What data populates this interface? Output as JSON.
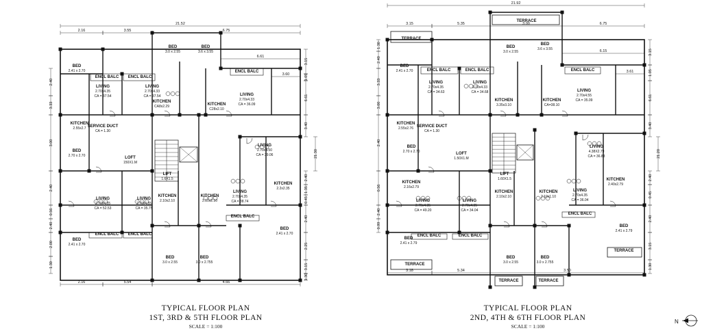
{
  "plan_left": {
    "overall_dim": "21.52",
    "top_dims": [
      "2.16",
      "3.55",
      "6.75"
    ],
    "mid_dims": [
      "6.61",
      "3.60"
    ],
    "bottom_dims": [
      "2.16",
      "5.54",
      "4.66"
    ],
    "right_dims": [
      "3.15",
      "1.05",
      "6.61",
      "3.40",
      "21.30",
      "2.40",
      "1.35",
      "0.45",
      "2.40",
      "2.25",
      "3.15",
      "1.30"
    ],
    "left_dims": [
      "2.40",
      "3.33",
      "3.00",
      "2.40",
      "0.56",
      "2.40",
      "2.00",
      "1.30"
    ],
    "rooms": [
      {
        "name": "BED",
        "dim": "3.0 x 2.55"
      },
      {
        "name": "BED",
        "dim": "3.6 x 3.55"
      },
      {
        "name": "BED",
        "dim": "2.41 x 2.70"
      },
      {
        "name": "ENCL BALC",
        "dim": ""
      },
      {
        "name": "ENCL BALC",
        "dim": ""
      },
      {
        "name": "ENCL BALC",
        "dim": ""
      },
      {
        "name": "LIVING",
        "dim": "2.70x4.35",
        "ca": "CA = 37.54"
      },
      {
        "name": "LIVING",
        "dim": "2.70x4.33",
        "ca": "CA = 37.54"
      },
      {
        "name": "LIVING",
        "dim": "2.70x4.33",
        "ca": "CA = 36.09"
      },
      {
        "name": "KITCHEN",
        "dim": "CA8x2.29"
      },
      {
        "name": "KITCHEN",
        "dim": "C28x2.10"
      },
      {
        "name": "KITCHEN",
        "dim": "2.55x2.7"
      },
      {
        "name": "SERVICE DUCT",
        "dim": "CA = 1.30"
      },
      {
        "name": "BED",
        "dim": "2.70 x 2.70"
      },
      {
        "name": "LOFT",
        "dim": "150X1.M"
      },
      {
        "name": "LIFT",
        "dim": "1.6X1.5"
      },
      {
        "name": "LIVING",
        "dim": "2.70x4.50",
        "ca": "CA = 39.06"
      },
      {
        "name": "KITCHEN",
        "dim": "2.2x2.35"
      },
      {
        "name": "LIVING",
        "dim": "2.70x4.55",
        "ca": "CA = 52.53"
      },
      {
        "name": "LIVING",
        "dim": "2.70x4.55",
        "ca": "CA = 35.75"
      },
      {
        "name": "KITCHEN",
        "dim": "2.10x2.10"
      },
      {
        "name": "KITCHEN",
        "dim": "2.10x2.10"
      },
      {
        "name": "LIVING",
        "dim": "2.70x4.35",
        "ca": "CA = 38.74"
      },
      {
        "name": "BED",
        "dim": "2.41 x 2.70"
      },
      {
        "name": "BED",
        "dim": "2.41 x 2.70"
      },
      {
        "name": "BED",
        "dim": "3.0 x 2.55"
      },
      {
        "name": "BED",
        "dim": "3.0 x 2.755"
      },
      {
        "name": "ENCL BALC",
        "dim": ""
      },
      {
        "name": "ENCL BALC",
        "dim": ""
      },
      {
        "name": "ENCL BALC",
        "dim": ""
      }
    ],
    "caption_line1": "TYPICAL FLOOR PLAN",
    "caption_line2": "1ST, 3RD & 5TH  FLOOR PLAN",
    "scale": "SCALE = 1:100"
  },
  "plan_right": {
    "overall_dim": "21.92",
    "top_dims": [
      "3.15",
      "5.35",
      "3.00",
      "6.75"
    ],
    "mid_dims": [
      "6.15",
      "3.61"
    ],
    "bottom_dims": [
      "3.18",
      "5.34",
      "3.50"
    ],
    "right_dims": [
      "3.15",
      "1.05",
      "6.61",
      "3.40",
      "21.20",
      "2.40",
      "0.45",
      "2.40",
      "3.15",
      "1.30"
    ],
    "left_dims": [
      "1.30",
      "2.40",
      "3.33",
      "3.00",
      "2.40",
      "0.56",
      "2.40",
      "0.99"
    ],
    "rooms": [
      {
        "name": "TERRACE",
        "dim": ""
      },
      {
        "name": "TERRACE",
        "dim": ""
      },
      {
        "name": "BED",
        "dim": "3.0 x 2.55"
      },
      {
        "name": "BED",
        "dim": "3.6 x 3.55"
      },
      {
        "name": "BED",
        "dim": "2.41 x 2.70"
      },
      {
        "name": "ENCL BALC",
        "dim": ""
      },
      {
        "name": "ENCL BALC",
        "dim": ""
      },
      {
        "name": "ENCL BALC",
        "dim": ""
      },
      {
        "name": "LIVING",
        "dim": "2.70x4.35",
        "ca": "CA = 34.63"
      },
      {
        "name": "LIVING",
        "dim": "2.70x4.33",
        "ca": "CA = 34.68"
      },
      {
        "name": "LIVING",
        "dim": "2.70x4.55",
        "ca": "CA = 35.09"
      },
      {
        "name": "KITCHEN",
        "dim": "3.35x3.10"
      },
      {
        "name": "KITCHEN",
        "dim": "CA=38.10"
      },
      {
        "name": "KITCHEN",
        "dim": "2.55x2.76"
      },
      {
        "name": "SERVICE DUCT",
        "dim": "CA = 1.30"
      },
      {
        "name": "BED",
        "dim": "2.70 x 2.70"
      },
      {
        "name": "LOFT",
        "dim": "1.50X1.M"
      },
      {
        "name": "LIFT",
        "dim": "1.60X1.5"
      },
      {
        "name": "LIVING",
        "dim": "4.38X2.79",
        "ca": "CA = 36.83"
      },
      {
        "name": "KITCHEN",
        "dim": "2.16x2.79"
      },
      {
        "name": "LIVING",
        "dim": "2.70x4.35",
        "ca": "CA = 49.20"
      },
      {
        "name": "LIVING",
        "dim": "2.70x4.35",
        "ca": "CA = 34.04"
      },
      {
        "name": "KITCHEN",
        "dim": "2.10x2.10"
      },
      {
        "name": "KITCHEN",
        "dim": "2.10x1.10"
      },
      {
        "name": "LIVING",
        "dim": "2.70x4.35",
        "ca": "CA = 36.04"
      },
      {
        "name": "KITCHEN",
        "dim": "2.40x2.79"
      },
      {
        "name": "BED",
        "dim": "2.41 x 2.79"
      },
      {
        "name": "BED",
        "dim": "2.41 x 2.79"
      },
      {
        "name": "BED",
        "dim": "3.0 x 2.55"
      },
      {
        "name": "BED",
        "dim": "3.0 x 2.755"
      },
      {
        "name": "TERRACE",
        "dim": ""
      },
      {
        "name": "TERRACE",
        "dim": ""
      },
      {
        "name": "TERRACE",
        "dim": ""
      },
      {
        "name": "TERRACE",
        "dim": ""
      },
      {
        "name": "ENCL BALC",
        "dim": ""
      },
      {
        "name": "ENCL BALC",
        "dim": ""
      },
      {
        "name": "ENCL BALC",
        "dim": ""
      }
    ],
    "caption_line1": "TYPICAL FLOOR PLAN",
    "caption_line2": "2ND, 4TH & 6TH  FLOOR PLAN",
    "scale": "SCALE = 1:100"
  },
  "north_label": "N"
}
